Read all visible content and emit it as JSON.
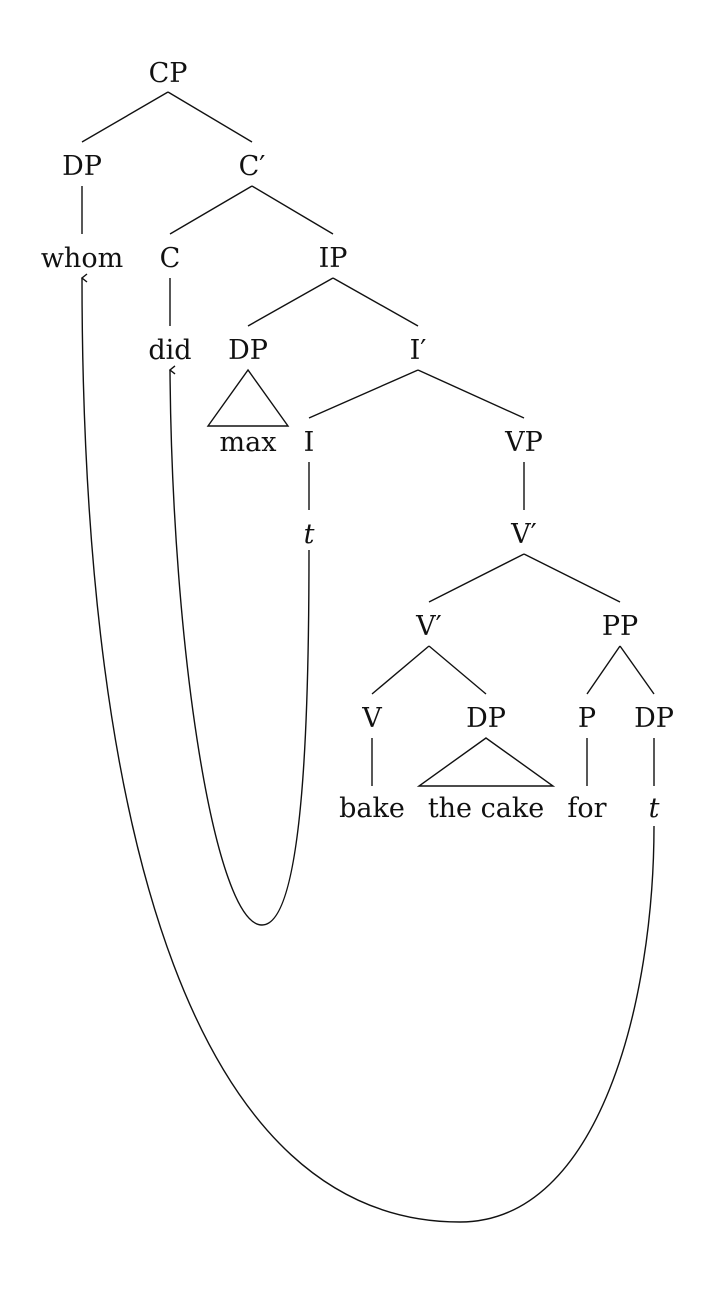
{
  "nodes": {
    "cp": "CP",
    "dp_spec": "DP",
    "cbar": "C′",
    "whom": "whom",
    "c": "C",
    "ip": "IP",
    "did": "did",
    "dp_subj": "DP",
    "ibar": "I′",
    "max": "max",
    "i": "I",
    "vp": "VP",
    "t_i": "t",
    "vbar_top": "V′",
    "vbar_low": "V′",
    "pp": "PP",
    "v": "V",
    "dp_obj": "DP",
    "p": "P",
    "dp_pobj": "DP",
    "bake": "bake",
    "the_cake": "the cake",
    "for": "for",
    "t_dp": "t"
  }
}
